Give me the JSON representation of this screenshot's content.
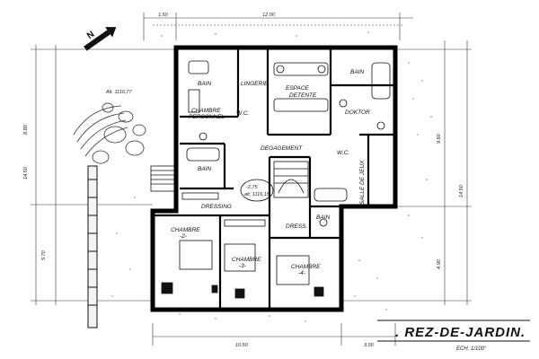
{
  "plan": {
    "title": ". REZ-DE-JARDIN.",
    "scale": "ECH. 1/100°",
    "level_note_1": "-2,75",
    "level_note_2": "alt. 1116,15",
    "altitude_note": "Alt. 1116,77",
    "rooms": {
      "bain_top": "BAIN",
      "lingerie": "LINGERIE",
      "espace_detente": "ESPACE\nDETENTE",
      "bain_right": "BAIN",
      "chambre_personnel": "CHAMBRE\nPERSONNEL",
      "wc_left": "W.C.",
      "doctor": "DOKTOR",
      "degagement": "DEGAGEMENT",
      "bain_left": "BAIN",
      "salle_de_jeux": "SALLE DE JEUX",
      "wc_right": "W.C.",
      "dressing_1": "DRESSING",
      "dressing_2": "DRESS.",
      "bain_bottom": "BAIN",
      "chambre_2": "CHAMBRE\n-2-",
      "chambre_3": "CHAMBRE\n-3-",
      "chambre_4": "CHAMBRE\n-4-"
    },
    "dimensions": {
      "top_left": "1.50",
      "top_main": "12.00",
      "left_upper": "8.80",
      "left_total": "14.50",
      "left_lower": "5.70",
      "right_upper": "9.60",
      "right_total": "14.50",
      "right_lower": "4.90",
      "bottom_main": "10.50",
      "bottom_right": "3.00"
    }
  }
}
